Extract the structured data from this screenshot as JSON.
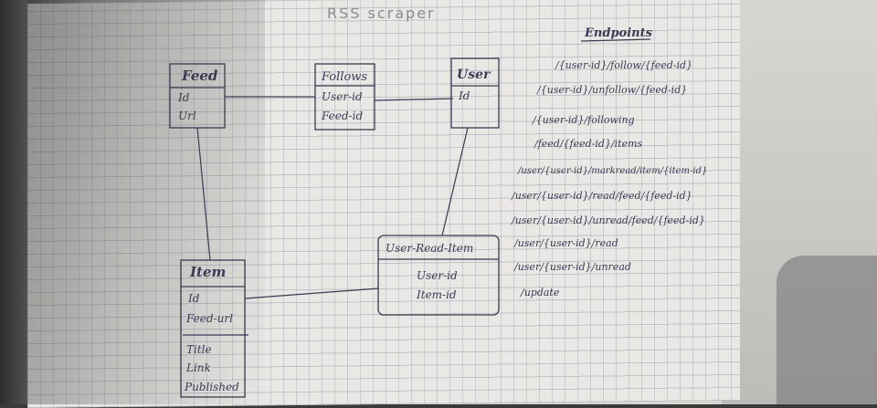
{
  "title": "RSS scraper",
  "endpoints_heading": "Endpoints",
  "endpoints": [
    "/{user-id}/follow/{feed-id}",
    "/{user-id}/unfollow/{feed-id}",
    "/{user-id}/following",
    "/feed/{feed-id}/items",
    "/user/{user-id}/markread/item/{item-id}",
    "/user/{user-id}/read/feed/{feed-id}",
    "/user/{user-id}/unread/feed/{feed-id}",
    "/user/{user-id}/read",
    "/user/{user-id}/unread",
    "/update"
  ],
  "tables": {
    "feed": {
      "name": "Feed",
      "fields": [
        "Id",
        "Url"
      ]
    },
    "follows": {
      "name": "Follows",
      "fields": [
        "User-id",
        "Feed-id"
      ]
    },
    "user": {
      "name": "User",
      "fields": [
        "Id"
      ]
    },
    "item": {
      "name": "Item",
      "fields": [
        "Id",
        "Feed-url",
        "Title",
        "Link",
        "Published"
      ]
    },
    "user_read_item": {
      "name": "User-Read-Item",
      "fields": [
        "User-id",
        "Item-id"
      ]
    }
  },
  "colors": {
    "ink": "#3c3a52",
    "paper": "#e9e8e4",
    "grid": "#7c8196"
  }
}
